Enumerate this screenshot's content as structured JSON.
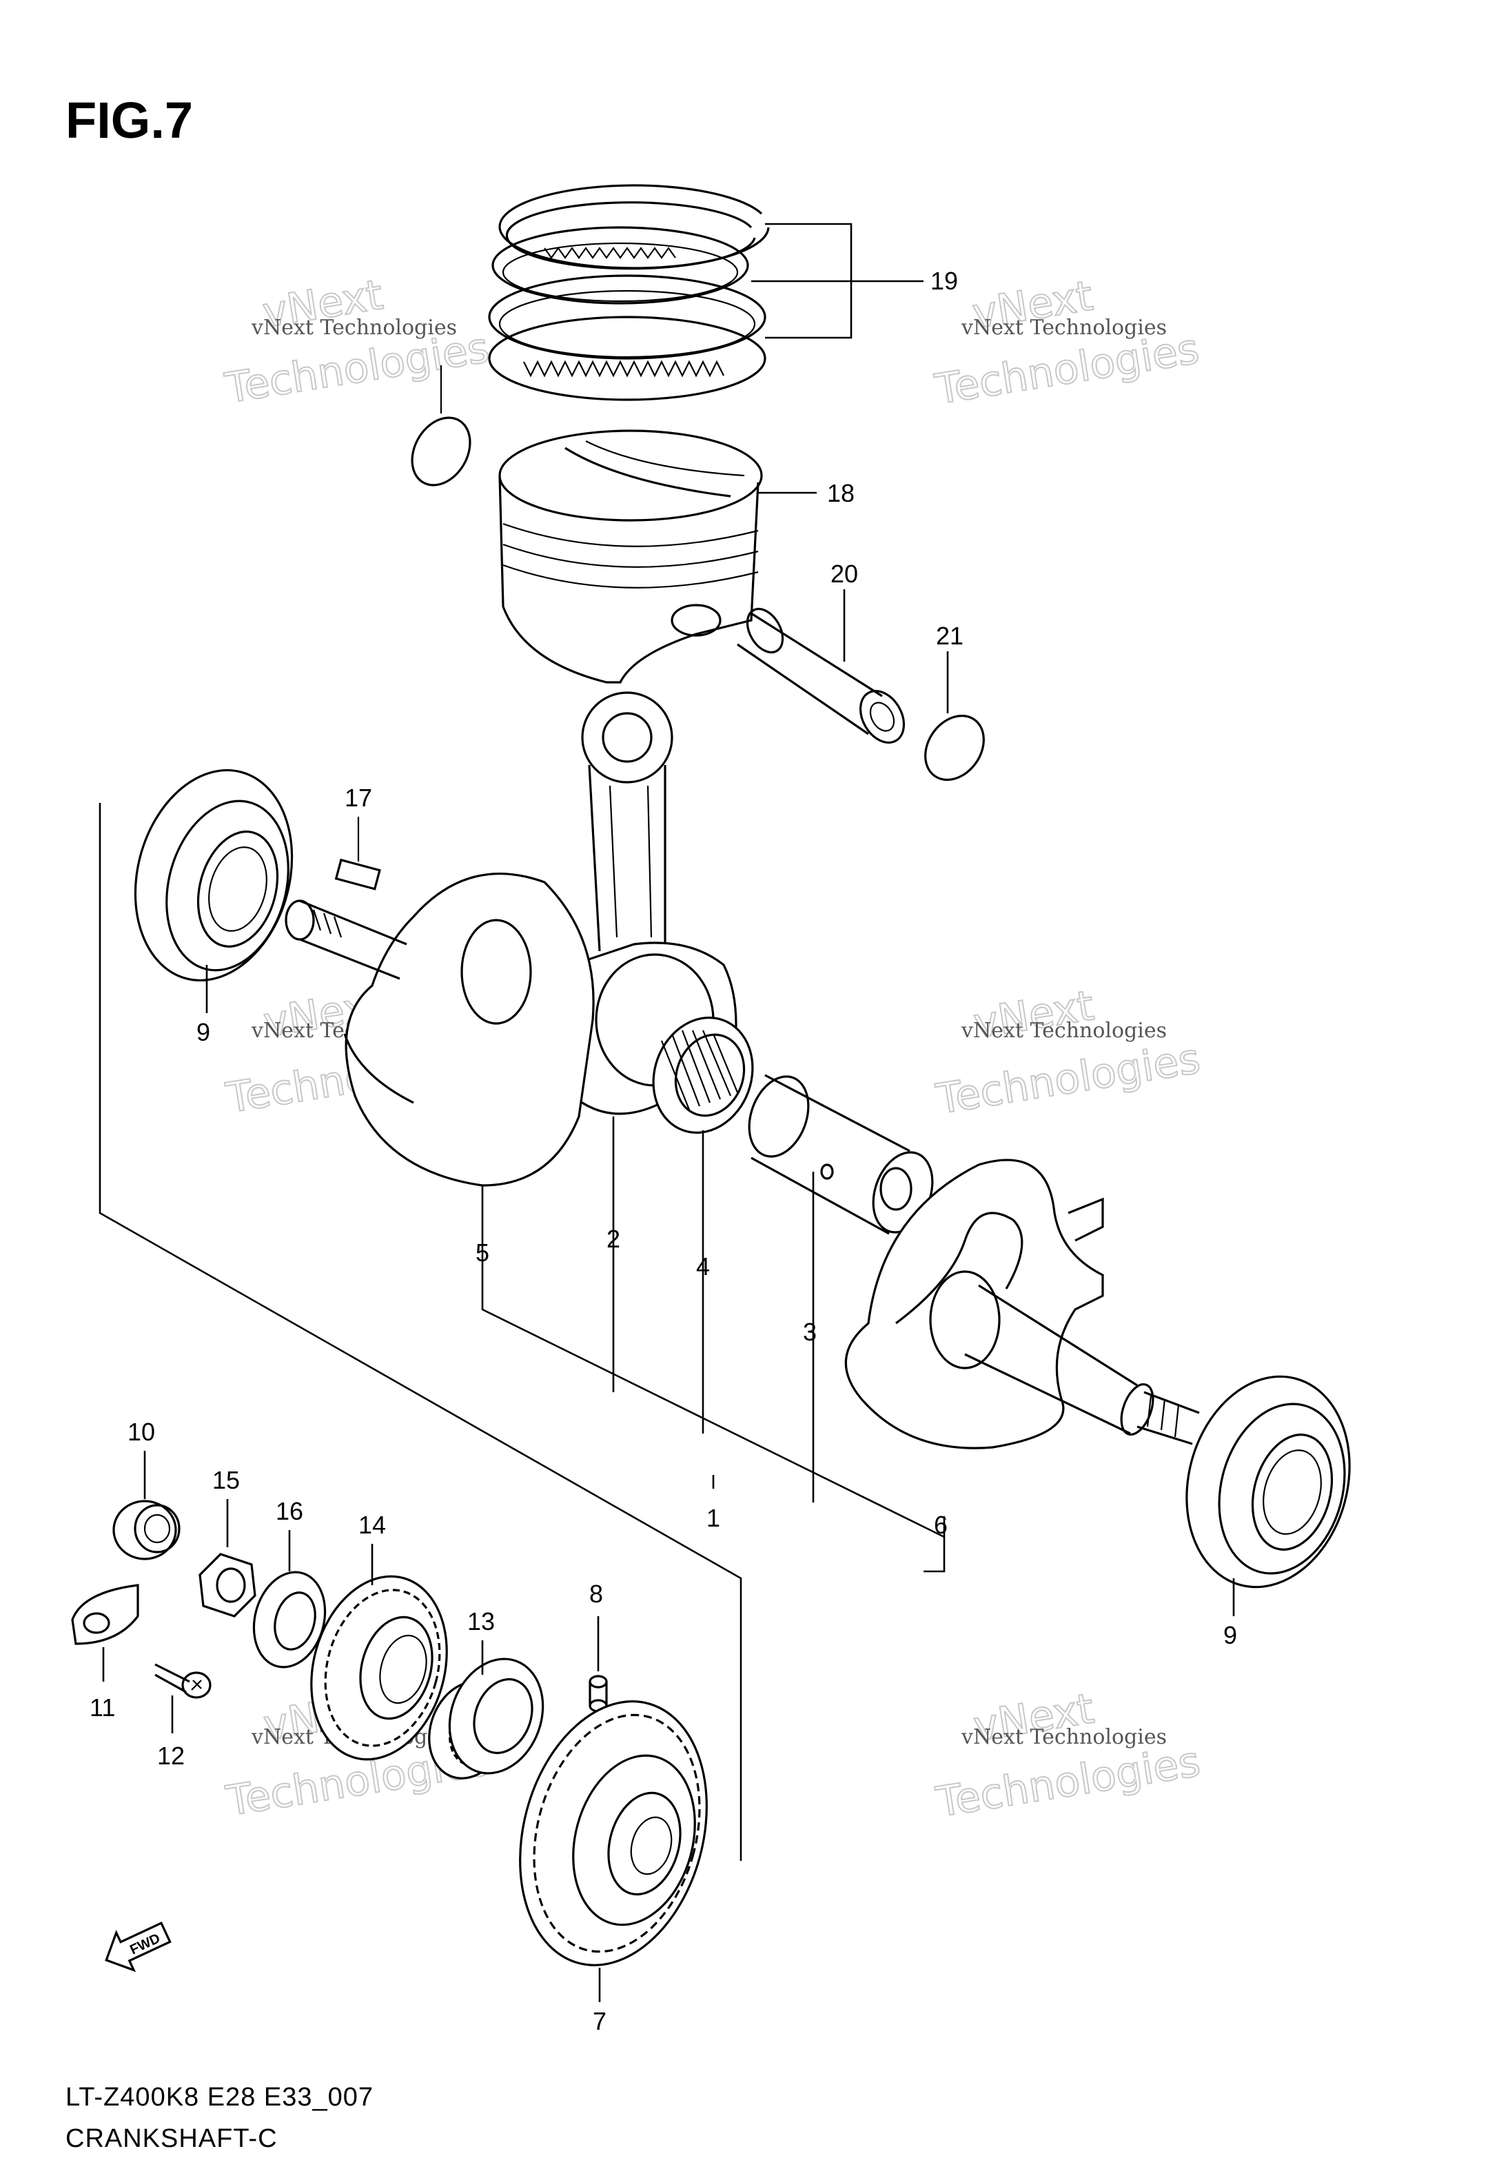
{
  "figure": {
    "title": "FIG.7",
    "footer_line1": "LT-Z400K8 E28 E33_007",
    "footer_line2": "CRANKSHAFT-C",
    "fwd_label": "FWD"
  },
  "watermark": {
    "text_big_1": "vNext",
    "text_big_2": "Technologies",
    "text_small": "vNext Technologies"
  },
  "callouts": {
    "c1": "1",
    "c2": "2",
    "c3": "3",
    "c4": "4",
    "c5": "5",
    "c6": "6",
    "c7": "7",
    "c8": "8",
    "c9a": "9",
    "c9b": "9",
    "c10": "10",
    "c11": "11",
    "c12": "12",
    "c13": "13",
    "c14": "14",
    "c15": "15",
    "c16": "16",
    "c17": "17",
    "c18": "18",
    "c19": "19",
    "c20": "20",
    "c21": "21"
  },
  "colors": {
    "line": "#000000",
    "background": "#ffffff",
    "watermark": "#c8c8c8"
  }
}
